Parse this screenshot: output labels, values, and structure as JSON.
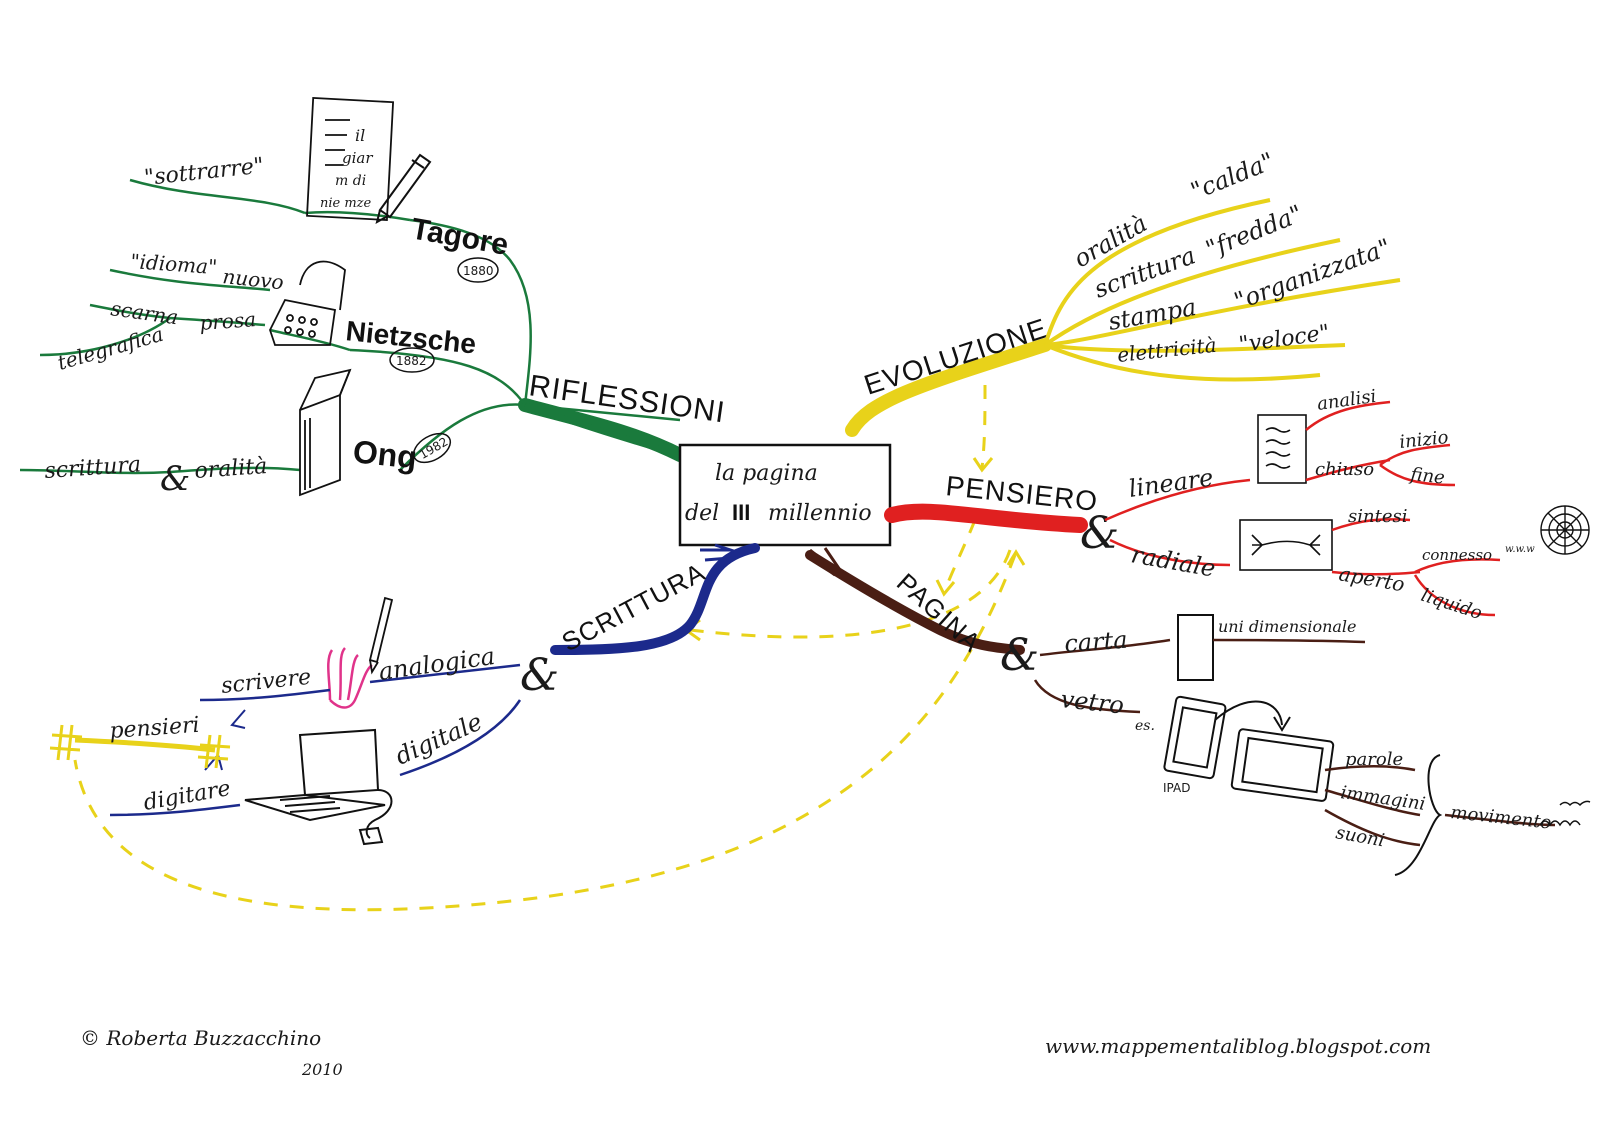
{
  "center": {
    "line1": "la pagina",
    "line2_pre": "del",
    "line2_roman": "III",
    "line2_post": "millennio"
  },
  "branches": {
    "riflessioni": {
      "label": "RIFLESSIONI",
      "color": "#1a7a3c",
      "tagore": {
        "name": "Tagore",
        "year": "1880",
        "sottrarre": "\"sottrarre\"",
        "paper_text": [
          "il",
          "giar",
          "m di",
          "nie mze"
        ]
      },
      "nietzsche": {
        "name": "Nietzsche",
        "year": "1882",
        "idioma": "\"idioma\"",
        "nuovo": "nuovo",
        "scarna": "scarna",
        "prosa": "prosa",
        "telegrafica": "telegrafica"
      },
      "ong": {
        "name": "Ong",
        "year": "1982",
        "scrittura": "scrittura",
        "amp": "&",
        "oralita": "oralità"
      }
    },
    "evoluzione": {
      "label": "EVOLUZIONE",
      "color": "#e8d21a",
      "items": [
        {
          "term": "oralità",
          "quality": "\"calda\""
        },
        {
          "term": "scrittura",
          "quality": "\"fredda\""
        },
        {
          "term": "stampa",
          "quality": "\"organizzata\""
        },
        {
          "term": "elettricità",
          "quality": "\"veloce\""
        }
      ]
    },
    "pensiero": {
      "label": "PENSIERO",
      "color": "#e02020",
      "amp": "&",
      "lineare": {
        "label": "lineare",
        "analisi": "analisi",
        "chiuso": "chiuso",
        "inizio": "inizio",
        "fine": "fine"
      },
      "radiale": {
        "label": "radiale",
        "sintesi": "sintesi",
        "aperto": "aperto",
        "connesso": "connesso",
        "www": "w.w.w",
        "liquido": "liquido"
      }
    },
    "pagina": {
      "label": "PAGINA",
      "color": "#4a1e14",
      "amp": "&",
      "carta": {
        "label": "carta",
        "unidim": "uni dimensionale"
      },
      "vetro": {
        "label": "vetro",
        "es": "es.",
        "ipad": "IPAD",
        "parole": "parole",
        "immagini": "immagini",
        "suoni": "suoni",
        "movimento": "movimento"
      }
    },
    "scrittura": {
      "label": "SCRITTURA",
      "color": "#1c2a8c",
      "amp": "&",
      "analogica": "analogica",
      "digitale": "digitale",
      "scrivere": "scrivere",
      "digitare": "digitare",
      "pensieri": "pensieri"
    }
  },
  "footer": {
    "author": "© Roberta Buzzacchino",
    "year": "2010",
    "url": "www.mappementaliblog.blogspot.com"
  }
}
